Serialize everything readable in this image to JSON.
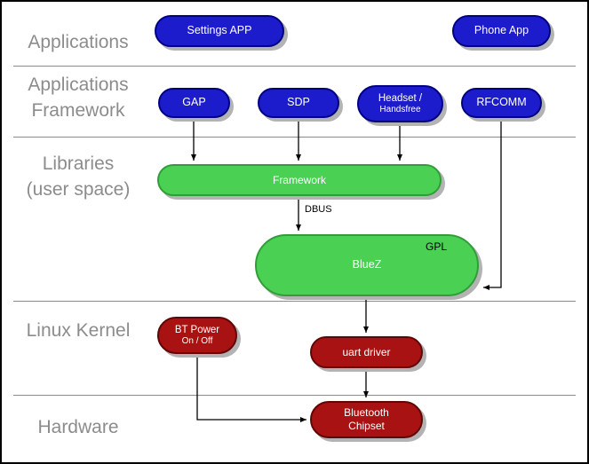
{
  "colors": {
    "app_node": "#1c1ccd",
    "app_node_border": "#000080",
    "lib_node": "#4ad153",
    "lib_node_border": "#2f9e38",
    "kernel_node": "#a81212",
    "kernel_node_border": "#600606",
    "node_text": "#ffffff",
    "layer_label": "#8c8c8c",
    "shadow": "#b3b3b3",
    "line": "#000000"
  },
  "layers": [
    {
      "line1": "Applications"
    },
    {
      "line1": "Applications",
      "line2": "Framework"
    },
    {
      "line1": "Libraries",
      "line2": "(user space)"
    },
    {
      "line1": "Linux Kernel"
    },
    {
      "line1": "Hardware"
    }
  ],
  "nodes": {
    "settings_app": {
      "label": "Settings APP"
    },
    "phone_app": {
      "label": "Phone App"
    },
    "gap": {
      "label": "GAP"
    },
    "sdp": {
      "label": "SDP"
    },
    "headset": {
      "label1": "Headset /",
      "label2": "Handsfree"
    },
    "rfcomm": {
      "label": "RFCOMM"
    },
    "framework": {
      "label": "Framework"
    },
    "bluez": {
      "label": "BlueZ",
      "badge": "GPL"
    },
    "bt_power": {
      "label1": "BT Power",
      "label2": "On / Off"
    },
    "uart_driver": {
      "label": "uart driver"
    },
    "bt_chipset": {
      "label1": "Bluetooth",
      "label2": "Chipset"
    }
  },
  "edge_labels": {
    "dbus": "DBUS"
  }
}
